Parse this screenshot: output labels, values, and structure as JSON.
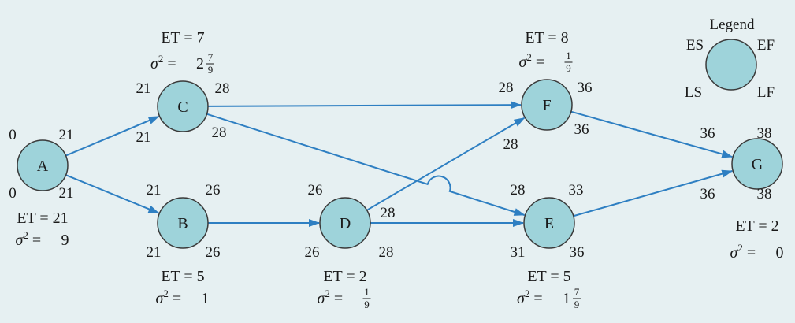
{
  "colors": {
    "background": "#e6f0f2",
    "node_fill": "#9ed3da",
    "node_stroke": "#3a3a3a",
    "arrow": "#2e7fc2",
    "text": "#1a1a1a"
  },
  "legend": {
    "title": "Legend",
    "es": "ES",
    "ef": "EF",
    "ls": "LS",
    "lf": "LF"
  },
  "nodes": [
    {
      "id": "A",
      "es": "0",
      "ef": "21",
      "ls": "0",
      "lf": "21",
      "et": "ET = 21",
      "var": {
        "whole": "9",
        "num": "",
        "den": ""
      }
    },
    {
      "id": "B",
      "es": "21",
      "ef": "26",
      "ls": "21",
      "lf": "26",
      "et": "ET = 5",
      "var": {
        "whole": "1",
        "num": "",
        "den": ""
      }
    },
    {
      "id": "C",
      "es": "21",
      "ef": "28",
      "ls": "21",
      "lf": "28",
      "et": "ET = 7",
      "var": {
        "whole": "2",
        "num": "7",
        "den": "9"
      }
    },
    {
      "id": "D",
      "es": "26",
      "ef": "28",
      "ls": "26",
      "lf": "28",
      "et": "ET = 2",
      "var": {
        "whole": "",
        "num": "1",
        "den": "9"
      }
    },
    {
      "id": "E",
      "es": "28",
      "ef": "33",
      "ls": "31",
      "lf": "36",
      "et": "ET = 5",
      "var": {
        "whole": "1",
        "num": "7",
        "den": "9"
      }
    },
    {
      "id": "F",
      "es": "28",
      "ef": "36",
      "ls": "28",
      "lf": "36",
      "et": "ET = 8",
      "var": {
        "whole": "",
        "num": "1",
        "den": "9"
      }
    },
    {
      "id": "G",
      "es": "36",
      "ef": "38",
      "ls": "36",
      "lf": "38",
      "et": "ET = 2",
      "var": {
        "whole": "0",
        "num": "",
        "den": ""
      }
    }
  ],
  "edges": [
    {
      "from": "A",
      "to": "C"
    },
    {
      "from": "A",
      "to": "B"
    },
    {
      "from": "B",
      "to": "D"
    },
    {
      "from": "C",
      "to": "F"
    },
    {
      "from": "C",
      "to": "E"
    },
    {
      "from": "D",
      "to": "F"
    },
    {
      "from": "D",
      "to": "E"
    },
    {
      "from": "F",
      "to": "G"
    },
    {
      "from": "E",
      "to": "G"
    }
  ]
}
